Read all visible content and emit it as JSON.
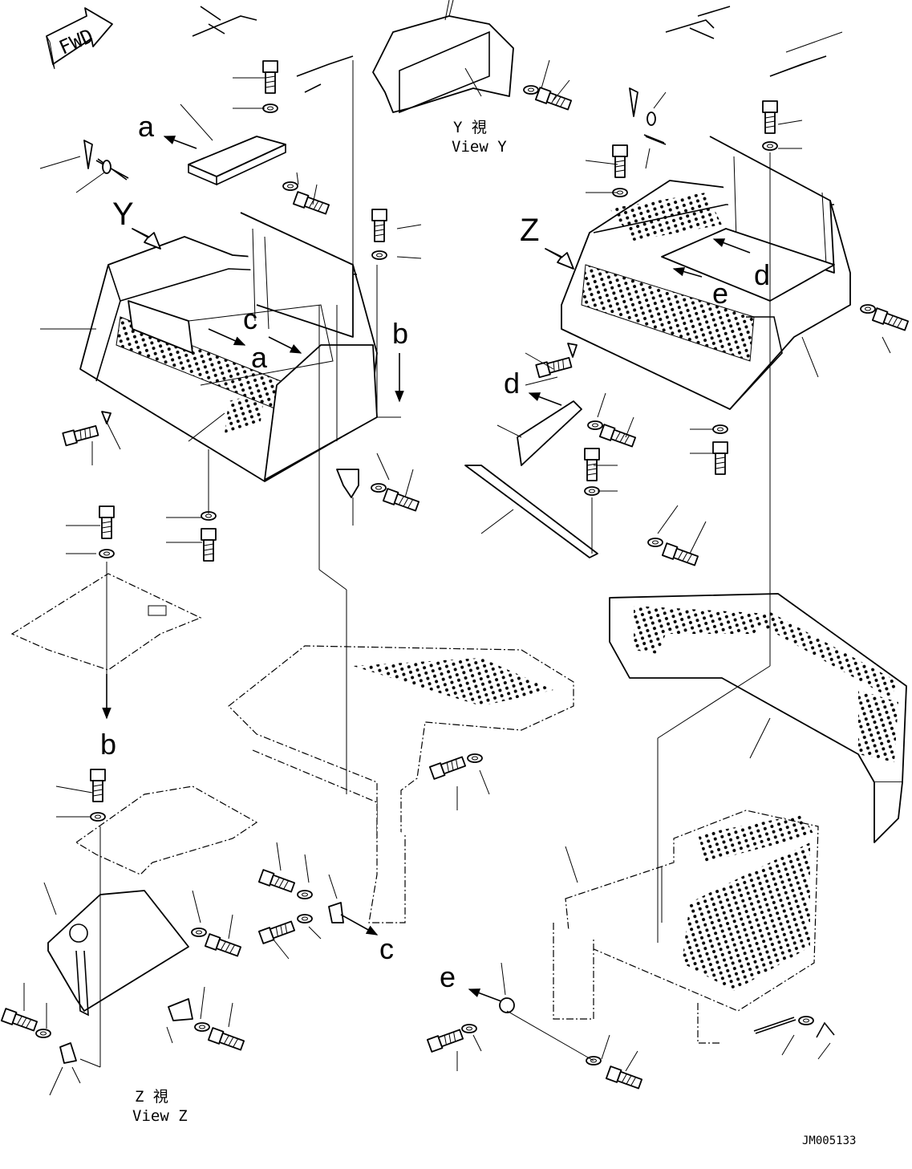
{
  "drawing": {
    "fwd_label": "FWD",
    "drawing_id": "JM005133"
  },
  "views": {
    "view_y": {
      "jp": "Y  視",
      "en": "View Y"
    },
    "view_z": {
      "jp": "Z  視",
      "en": "View Z"
    }
  },
  "callouts": {
    "a": "a",
    "b": "b",
    "c": "c",
    "d": "d",
    "e": "e",
    "Y": "Y",
    "Z": "Z"
  }
}
